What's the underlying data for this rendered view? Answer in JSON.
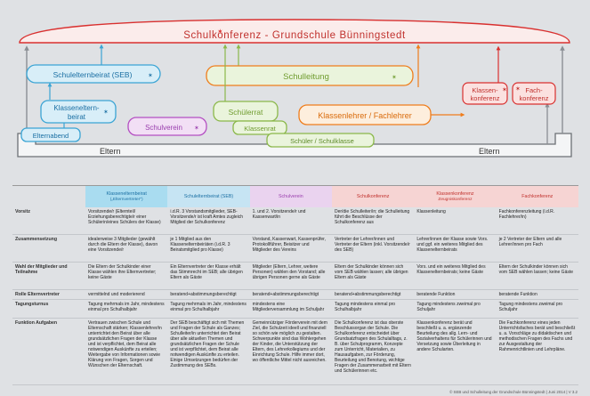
{
  "diagram": {
    "title": "Schulkonferenz - Grundschule Bünningstedt",
    "nodes": {
      "seb": "Schulelternbeirat (SEB)",
      "klassenelternbeirat_1": "Klasseneltern-",
      "klassenelternbeirat_2": "beirat",
      "elternabend": "Elternabend",
      "schulverein": "Schulverein",
      "schulleitung": "Schulleitung",
      "schuelerrat": "Schülerrat",
      "klassenrat": "Klassenrat",
      "schueler_klasse": "Schüler / Schulklasse",
      "lehrer": "Klassenlehrer / Fachlehrer",
      "klassenkonferenz_1": "Klassen-",
      "klassenkonferenz_2": "konferenz",
      "fachkonferenz_1": "Fach-",
      "fachkonferenz_2": "konferenz",
      "eltern_left": "Eltern",
      "eltern_right": "Eltern"
    },
    "colors": {
      "red": "#d9302f",
      "blue": "#3aa4d4",
      "purple": "#b44fc2",
      "green": "#8bb84a",
      "orange": "#ef7d1c",
      "gray": "#6c7075"
    }
  },
  "table": {
    "columns": [
      {
        "title": "Klassenelternbeirat",
        "subtitle": "(„Elternvertreter\")",
        "bg": "#a9dcf0",
        "color": "#1a6fa3"
      },
      {
        "title": "Schulelternbeirat (SEB)",
        "subtitle": "",
        "bg": "#c6e4f3",
        "color": "#1a6fa3"
      },
      {
        "title": "Schulverein",
        "subtitle": "",
        "bg": "#ead3ef",
        "color": "#9a3fae"
      },
      {
        "title": "Schulkonferenz",
        "subtitle": "",
        "bg": "#f6d4d3",
        "color": "#c0302c"
      },
      {
        "title": "Klassenkonferenz",
        "subtitle": "Zeugniskonferenz",
        "bg": "#f6d4d3",
        "color": "#c0302c"
      },
      {
        "title": "Fachkonferenz",
        "subtitle": "",
        "bg": "#f6d4d3",
        "color": "#c0302c"
      }
    ],
    "rows": [
      {
        "label": "Vorsitz",
        "cells": [
          "Vorsitzende/r (Elternteil/ Erziehungsberechtigte/r einer Schülerin/eines Schülers der Klasse)",
          "i.d.R. 3 Vorstandsmitglieder, SEB-Vorsitzende/r ist kraft Amtes zugleich Mitglied der Schulkonferenz",
          "1. und 2. Vorsitzende/r und Kassenwart/in",
          "Der/die Schulleiter/in; die Schulleitung führt die Beschlüsse der Schulkonferenz aus",
          "Klassenleitung",
          "Fachkonferenzleitung (i.d.R. Fachlehrer/in)"
        ]
      },
      {
        "label": "Zusammensetzung",
        "cells": [
          "idealerweise 3 Mitglieder (gewählt durch die Eltern der Klasse), davon eine Vorsitzende/r",
          "je 1 Mitglied aus den Klassenelternbeiräten (i.d.R. 3 Beiratsmitglied pro Klasse)",
          "Vorstand, Kassenwart, Kassenprüfer, Protokollführer, Beisitzer und Mitglieder des Vereins",
          "Vertreter der Lehrer/innen und Vertreter der Eltern (inkl. Vorsitzende/r des SEB)",
          "Lehrer/innen der Klasse sowie Vors. und ggf. ein weiteres Mitglied des Klassenelternbeirats",
          "je 2 Vertreter der Eltern und alle Lehrer/innen pro Fach"
        ]
      },
      {
        "label": "Wahl der Mitglieder und Teilnahme",
        "cells": [
          "Die Eltern der Schulkinder einer Klasse wählen ihre Elternvertreter; keine Gäste",
          "Ein Elternvertreter der Klasse erhält das Stimmrecht im SEB; alle übrigen Eltern als Gäste",
          "Mitglieder (Eltern, Lehrer, weitere Personen) wählen den Vorstand; alle übrigen Personen gerne als Gäste",
          "Eltern der Schulkinder können sich vom SEB wählen lassen; alle übrigen Eltern als Gäste",
          "Vors. und ein weiteres Mitglied des Klassenelternbeirats; keine Gäste",
          "Eltern der Schulkinder können sich vom SEB wählen lassen; keine Gäste"
        ]
      },
      {
        "label": "Rolle Elternvertreter",
        "cells": [
          "vermittelnd und moderierend",
          "beratend+abstimmungsberechtigt",
          "beratend+abstimmungsberechtigt",
          "beratend+abstimmungsberechtigt",
          "beratende Funktion",
          "beratende Funktion"
        ]
      },
      {
        "label": "Tagungsturnus",
        "cells": [
          "Tagung mehrmals im Jahr, mindestens einmal pro Schulhalbjahr",
          "Tagung mehrmals im Jahr, mindestens einmal pro Schulhalbjahr",
          "mindestens eine Mitgliederversammlung im Schuljahr",
          "Tagung mindestens einmal pro Schulhalbjahr",
          "Tagung mindestens zweimal pro Schuljahr",
          "Tagung mindestens zweimal pro Schuljahr"
        ]
      },
      {
        "label": "Funktion Aufgaben",
        "cells": [
          "Vertrauen zwischen Schule und Elternschaft stärken; Klassenlehrer/in unterrichtet den Beirat über alle grundsätzlichen Fragen der Klasse und ist verpflichtet, dem Beirat alle notwendigen Auskünfte zu erteilen; Weitergabe von Informationen sowie Klärung von Fragen, Sorgen und Wünschen der Elternschaft.",
          "Der SEB beschäftigt sich mit Themen und Fragen der Schule als Ganzes; Schulleiter/in unterrichtet den Beirat über alle aktuellen Themen und grundsätzlichen Fragen der Schule und ist verpflichtet, dem Beirat alle notwendigen Auskünfte zu erteilen. Einige Umsetzungen bedürfen der Zustimmung des SEBs.",
          "Gemeinnütziger Förderverein mit dem Ziel, die Schulzeit ideell und finanziell so schön wie möglich zu gestalten. Schwerpunkte sind das Wohlergehen der Kinder, die Unterstützung der Eltern, des Lehrerkollegiums und der Einrichtung Schule. Hilfe immer dort, wo öffentliche Mittel nicht ausreichen.",
          "Die Schulkonferenz ist das oberste Beschlussorgan der Schule. Die Schulkonferenz entscheidet über Grundsatzfragen des Schulalltags, z. B. über Schulprogramm, Konzepte zum Unterricht, Materialien, zu Hausaufgaben, zur Förderung, Beurteilung und Benotung, wichtige Fragen der Zusammenarbeit mit Eltern und Schülerinnen etc.",
          "Klassenkonferenz berät und beschließt u. a. ergänzende Beurteilung des allg. Lern- und Sozialverhaltens für Schülerinnen und Versetzung sowie Überleitung in andere Schularten.",
          "Die Fachkonferenz eines jeden Unterrichtsfaches berät und beschließt u. a. Vorschläge zu didaktischen und methodischen Fragen des Fachs und zur Ausgestaltung der Rahmenrichtlinien und Lehrpläne."
        ]
      }
    ]
  },
  "footer": "© SEB und Schulleitung der Grundschule Bünningstedt  |  Juni 2014  |  V 3.2"
}
